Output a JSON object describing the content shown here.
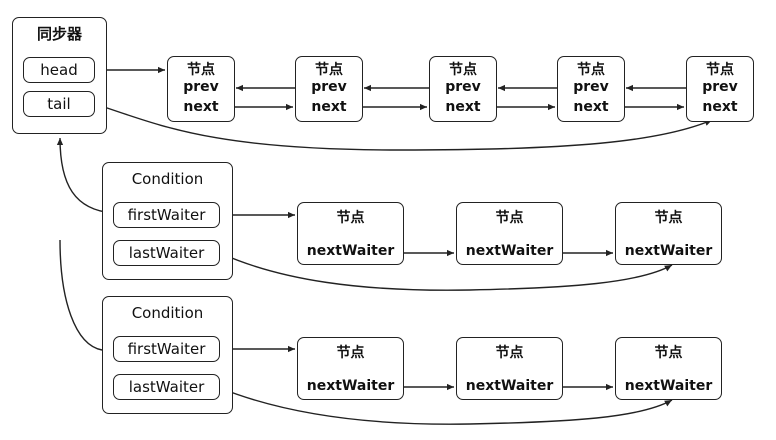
{
  "synchronizer": {
    "title": "同步器",
    "head_label": "head",
    "tail_label": "tail"
  },
  "sync_queue": {
    "nodes": [
      {
        "title": "节点",
        "prev": "prev",
        "next": "next"
      },
      {
        "title": "节点",
        "prev": "prev",
        "next": "next"
      },
      {
        "title": "节点",
        "prev": "prev",
        "next": "next"
      },
      {
        "title": "节点",
        "prev": "prev",
        "next": "next"
      },
      {
        "title": "节点",
        "prev": "prev",
        "next": "next"
      }
    ]
  },
  "conditions": [
    {
      "title": "Condition",
      "first_label": "firstWaiter",
      "last_label": "lastWaiter",
      "nodes": [
        {
          "title": "节点",
          "field": "nextWaiter"
        },
        {
          "title": "节点",
          "field": "nextWaiter"
        },
        {
          "title": "节点",
          "field": "nextWaiter"
        }
      ]
    },
    {
      "title": "Condition",
      "first_label": "firstWaiter",
      "last_label": "lastWaiter",
      "nodes": [
        {
          "title": "节点",
          "field": "nextWaiter"
        },
        {
          "title": "节点",
          "field": "nextWaiter"
        },
        {
          "title": "节点",
          "field": "nextWaiter"
        }
      ]
    }
  ],
  "colors": {
    "stroke": "#222222",
    "background": "#ffffff"
  }
}
